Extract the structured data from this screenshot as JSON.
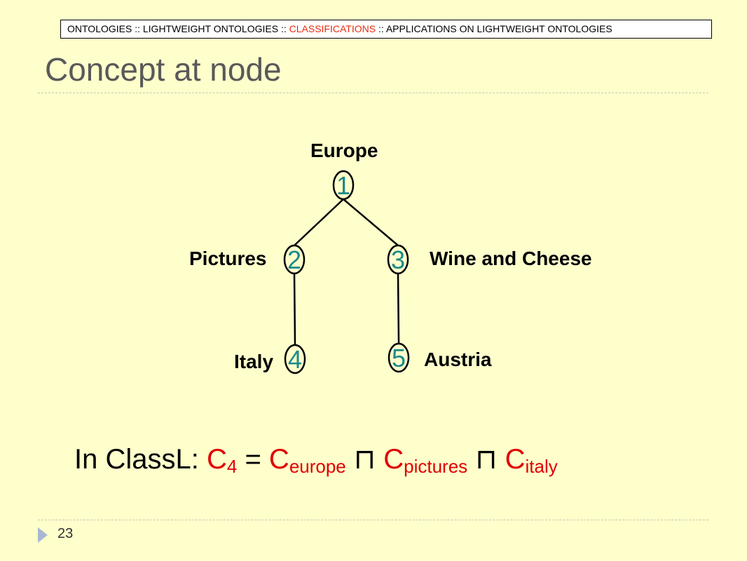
{
  "breadcrumb": {
    "part1": "ONTOLOGIES ::  LIGHTWEIGHT ONTOLOGIES :: ",
    "highlight": "CLASSIFICATIONS",
    "part2": " :: APPLICATIONS ON LIGHTWEIGHT ONTOLOGIES"
  },
  "title": "Concept at node",
  "tree": {
    "labels": {
      "europe": "Europe",
      "pictures": "Pictures",
      "wine": "Wine and Cheese",
      "italy": "Italy",
      "austria": "Austria"
    },
    "numbers": [
      "1",
      "2",
      "3",
      "4",
      "5"
    ],
    "node_color": "#1a8a8a"
  },
  "formula": {
    "prefix": "In ClassL: ",
    "c": "C",
    "sub4": "4",
    "eq": " = ",
    "sub_europe": "europe",
    "meet": " ⊓ ",
    "sub_pictures": "pictures",
    "sub_italy": "italy",
    "highlight_color": "#e00000"
  },
  "page_number": "23"
}
